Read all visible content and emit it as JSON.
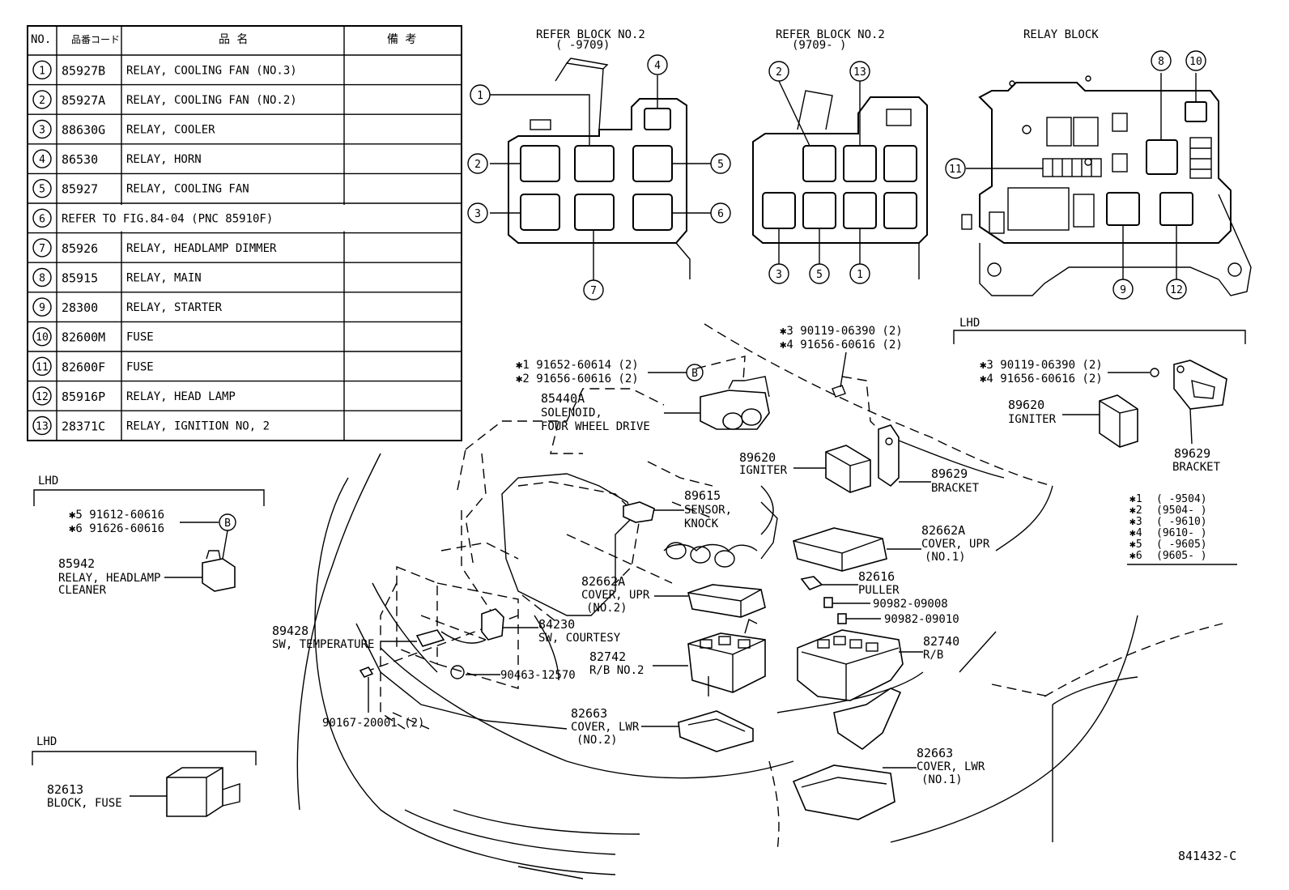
{
  "table": {
    "headers": [
      "NO.",
      "品番コード",
      "品 名",
      "備 考"
    ],
    "rows": [
      {
        "no": "1",
        "code": "85927B",
        "name": "RELAY, COOLING FAN (NO.3)"
      },
      {
        "no": "2",
        "code": "85927A",
        "name": "RELAY, COOLING FAN (NO.2)"
      },
      {
        "no": "3",
        "code": "88630G",
        "name": "RELAY, COOLER"
      },
      {
        "no": "4",
        "code": "86530",
        "name": "RELAY, HORN"
      },
      {
        "no": "5",
        "code": "85927",
        "name": "RELAY, COOLING FAN"
      },
      {
        "no": "6",
        "code": "",
        "name": "REFER TO FIG.84-04  (PNC 85910F)"
      },
      {
        "no": "7",
        "code": "85926",
        "name": "RELAY, HEADLAMP DIMMER"
      },
      {
        "no": "8",
        "code": "85915",
        "name": "RELAY, MAIN"
      },
      {
        "no": "9",
        "code": "28300",
        "name": "RELAY, STARTER"
      },
      {
        "no": "10",
        "code": "82600M",
        "name": "FUSE"
      },
      {
        "no": "11",
        "code": "82600F",
        "name": "FUSE"
      },
      {
        "no": "12",
        "code": "85916P",
        "name": "RELAY, HEAD LAMP"
      },
      {
        "no": "13",
        "code": "28371C",
        "name": "RELAY, IGNITION NO, 2"
      }
    ]
  },
  "blocks": {
    "block1": {
      "title": "REFER BLOCK NO.2",
      "subtitle": "(      -9709)",
      "callouts": [
        "1",
        "2",
        "3",
        "4",
        "5",
        "6",
        "7"
      ]
    },
    "block2": {
      "title": "REFER BLOCK NO.2",
      "subtitle": "(9709-      )",
      "callouts": [
        "2",
        "13",
        "3",
        "5",
        "1"
      ]
    },
    "block3": {
      "title": "RELAY BLOCK",
      "callouts": [
        "8",
        "10",
        "11",
        "9",
        "12"
      ]
    }
  },
  "labels": {
    "lhd": "LHD",
    "b_marker": "B",
    "s1_1": "✱1  91652-60614 (2)",
    "s1_2": "✱2  91656-60616 (2)",
    "s3_1": "✱3  90119-06390 (2)",
    "s3_2": "✱4  91656-60616 (2)",
    "r3_1": "✱3  90119-06390 (2)",
    "r3_2": "✱4  91656-60616 (2)",
    "solenoid_pn": "85440A",
    "solenoid_1": "SOLENOID,",
    "solenoid_2": "FOUR WHEEL DRIVE",
    "igniter_pn": "89620",
    "igniter": "IGNITER",
    "bracket_pn": "89629",
    "bracket": "BRACKET",
    "r_igniter_pn": "89620",
    "r_igniter": "IGNITER",
    "r_bracket_pn": "89629",
    "r_bracket": "BRACKET",
    "knock_pn": "89615",
    "knock_1": "SENSOR,",
    "knock_2": "KNOCK",
    "coverupr1_pn": "82662A",
    "coverupr1_1": "COVER, UPR",
    "coverupr1_2": "(NO.1)",
    "puller_pn": "82616",
    "puller": "PULLER",
    "fuse_a": "90982-09008",
    "fuse_b": "90982-09010",
    "rb_pn": "82740",
    "rb": "R/B",
    "coverupr2_pn": "82662A",
    "coverupr2_1": "COVER, UPR",
    "coverupr2_2": "(NO.2)",
    "rb2_pn": "82742",
    "rb2": "R/B NO.2",
    "courtesy_pn": "84230",
    "courtesy": "SW, COURTESY",
    "temp_pn": "89428",
    "temp": "SW, TEMPERATURE",
    "clip_pn": "90463-12570",
    "bolt_pn": "90167-20001 (2)",
    "coverlwr2_pn": "82663",
    "coverlwr2_1": "COVER, LWR",
    "coverlwr2_2": "(NO.2)",
    "coverlwr1_pn": "82663",
    "coverlwr1_1": "COVER, LWR",
    "coverlwr1_2": "(NO.1)",
    "left1_1": "✱5  91612-60616",
    "left1_2": "✱6  91626-60616",
    "hlc_pn": "85942",
    "hlc_1": "RELAY, HEADLAMP",
    "hlc_2": "CLEANER",
    "fuseblock_pn": "82613",
    "fuseblock": "BLOCK, FUSE",
    "figure_id": "841432-C"
  },
  "date_legend": [
    {
      "mark": "✱1",
      "range": "(      -9504)"
    },
    {
      "mark": "✱2",
      "range": "(9504-      )"
    },
    {
      "mark": "✱3",
      "range": "(      -9610)"
    },
    {
      "mark": "✱4",
      "range": "(9610-      )"
    },
    {
      "mark": "✱5",
      "range": "(      -9605)"
    },
    {
      "mark": "✱6",
      "range": "(9605-      )"
    }
  ]
}
